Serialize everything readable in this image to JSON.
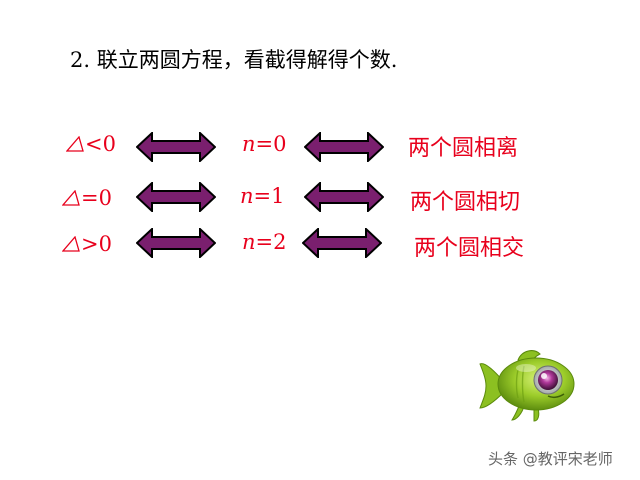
{
  "title": "2. 联立两圆方程，看截得解得个数.",
  "rows": [
    {
      "disc": "<0",
      "n_var": "n",
      "n_eq": "=0",
      "relation": "两个圆相离"
    },
    {
      "disc": "=0",
      "n_var": "n",
      "n_eq": "=1",
      "relation": "两个圆相切"
    },
    {
      "disc": ">0",
      "n_var": "n",
      "n_eq": "=2",
      "relation": "两个圆相交"
    }
  ],
  "watermark": "头条 @教评宋老师",
  "colors": {
    "text_red": "#e8001c",
    "arrow_fill": "#7a1f6e",
    "arrow_outline": "#000000"
  },
  "icons": {
    "discriminant": "triangle-delta-icon",
    "arrow": "double-headed-arrow-icon",
    "mascot": "green-fish-camera-icon"
  }
}
